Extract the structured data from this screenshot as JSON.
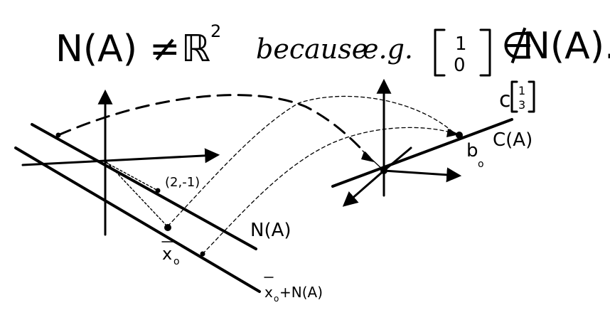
{
  "heading": {
    "lhs": "N(A)",
    "neq": "≠",
    "rhs": "ℝ",
    "rhs_exp": "2",
    "because": "because",
    "eg": "e.g.",
    "vec_top": "1",
    "vec_bottom": "0",
    "notin": "∉",
    "rhs2": "N(A)."
  },
  "left_plot": {
    "point_label": "(2,-1)",
    "x0_label": "x",
    "x0_sub": "o",
    "null_line_label": "N(A)",
    "affine_label_x": "x",
    "affine_label_sub": "o",
    "affine_label_rest": "+N(A)"
  },
  "right_plot": {
    "c_label": "c",
    "vec_top": "1",
    "vec_bottom": "3",
    "b0_label": "b",
    "b0_sub": "o",
    "col_space_label": "C(A)"
  }
}
